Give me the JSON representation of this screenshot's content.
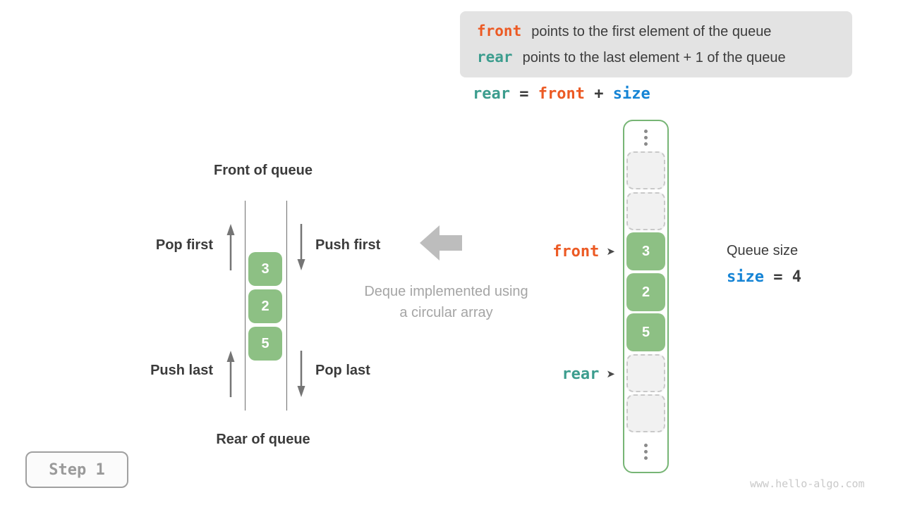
{
  "colors": {
    "front_orange": "#ec5a24",
    "rear_teal": "#3c9d8e",
    "size_blue": "#1584d5",
    "cell_green": "#8dc084",
    "array_border_green": "#77b575",
    "info_box_gray": "#e3e3e3",
    "muted_gray": "#a5a5a5"
  },
  "info_box": {
    "lines": [
      {
        "code": "front",
        "text": "points to the first element of the queue"
      },
      {
        "code": "rear",
        "text": "points to the last element + 1 of the queue"
      }
    ]
  },
  "formula": {
    "lhs": "rear",
    "eq": "=",
    "mid": "front",
    "plus": "+",
    "rhs": "size"
  },
  "left_diagram": {
    "front_label": "Front of queue",
    "rear_label": "Rear of queue",
    "pop_first": "Pop first",
    "push_first": "Push first",
    "push_last": "Push last",
    "pop_last": "Pop last",
    "cells": [
      "3",
      "2",
      "5"
    ]
  },
  "center": {
    "caption_line1": "Deque implemented using",
    "caption_line2": "a circular array"
  },
  "array_column": {
    "cells": [
      {
        "type": "ellipsis"
      },
      {
        "type": "empty"
      },
      {
        "type": "empty"
      },
      {
        "type": "filled",
        "value": "3"
      },
      {
        "type": "filled",
        "value": "2"
      },
      {
        "type": "filled",
        "value": "5"
      },
      {
        "type": "empty"
      },
      {
        "type": "empty"
      },
      {
        "type": "ellipsis"
      }
    ]
  },
  "pointers": {
    "front": {
      "label": "front",
      "arrow_glyph": "➤"
    },
    "rear": {
      "label": "rear",
      "arrow_glyph": "➤"
    }
  },
  "queue_size": {
    "title": "Queue size",
    "variable": "size",
    "equals": "=",
    "value": "4"
  },
  "step_badge": {
    "label": "Step 1"
  },
  "watermark": "www.hello-algo.com"
}
